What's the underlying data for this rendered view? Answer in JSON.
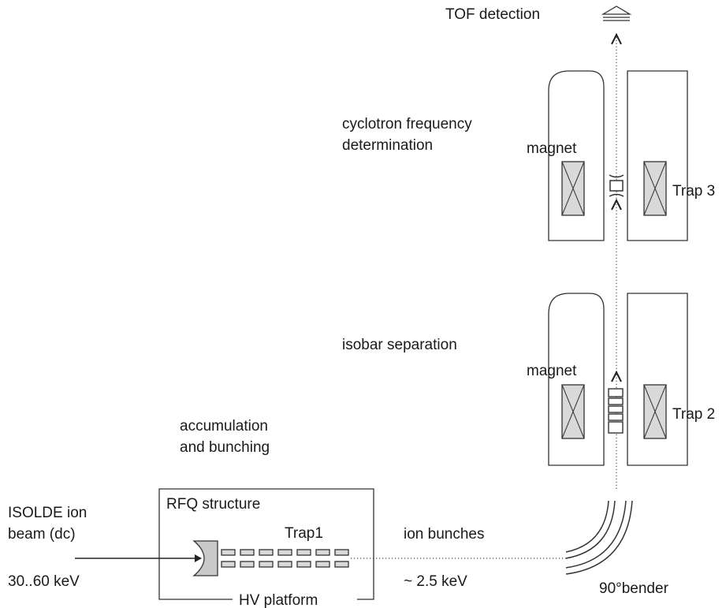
{
  "labels": {
    "tof_detection": "TOF detection",
    "cyclotron_line1": "cyclotron frequency",
    "cyclotron_line2": "determination",
    "magnet_top": "magnet",
    "trap3": "Trap 3",
    "isobar_separation": "isobar separation",
    "magnet_mid": "magnet",
    "trap2": "Trap 2",
    "accumulation_line1": "accumulation",
    "accumulation_line2": "and bunching",
    "rfq_structure": "RFQ structure",
    "trap1": "Trap1",
    "ion_bunches": "ion bunches",
    "isolde_line1": "ISOLDE ion",
    "isolde_line2": "beam (dc)",
    "energy_in": "30..60 keV",
    "energy_out": "~ 2.5 keV",
    "hv_platform": "HV platform",
    "bender": "90°bender"
  },
  "colors": {
    "line": "#333333",
    "fill": "#d9d9d9",
    "text": "#1a1a1a"
  }
}
